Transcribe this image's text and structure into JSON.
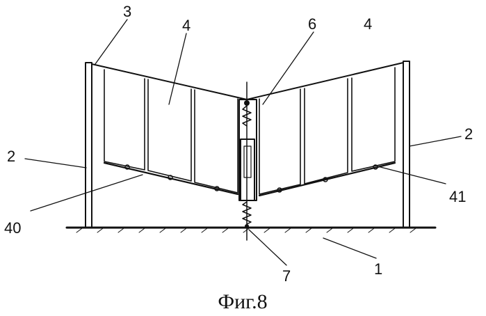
{
  "figure": {
    "caption": "Фиг.8",
    "labels": {
      "l3": "3",
      "l4a": "4",
      "l4b": "4",
      "l6": "6",
      "l2a": "2",
      "l2b": "2",
      "l40": "40",
      "l41": "41",
      "l7": "7",
      "l1": "1"
    }
  }
}
